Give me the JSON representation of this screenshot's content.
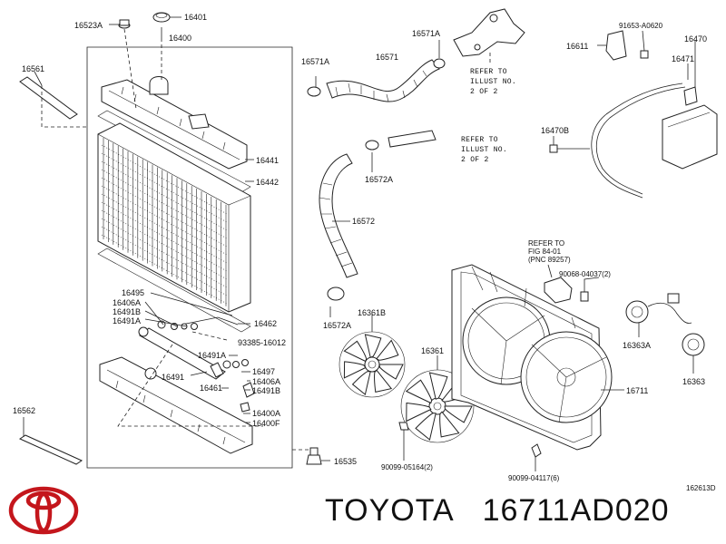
{
  "labels": {
    "p16523A": "16523A",
    "p16401": "16401",
    "p16400": "16400",
    "p16561": "16561",
    "p16441": "16441",
    "p16442": "16442",
    "p16495": "16495",
    "p16406A_l": "16406A",
    "p16491B_l": "16491B",
    "p16491A_l": "16491A",
    "p16462": "16462",
    "p93385": "93385-16012",
    "p16491A_r": "16491A",
    "p16491": "16491",
    "p16497": "16497",
    "p16406A_r": "16406A",
    "p16491B_r": "16491B",
    "p16461": "16461",
    "p16400A": "16400A",
    "p16400F": "16400F",
    "p16562": "16562",
    "p16535": "16535",
    "p16571A_l": "16571A",
    "p16571": "16571",
    "p16571A_r": "16571A",
    "p16572A_t": "16572A",
    "p16572": "16572",
    "p16572A_b": "16572A",
    "p16361B": "16361B",
    "p16361": "16361",
    "p90099_05164": "90099-05164(2)",
    "p91653": "91653-A0620",
    "p16611": "16611",
    "p16470": "16470",
    "p16471": "16471",
    "p16470B": "16470B",
    "p90068": "90068-04037(2)",
    "p16363A": "16363A",
    "p16363": "16363",
    "p16711": "16711",
    "p90099_04117": "90099-04117(6)",
    "diagram_id": "162613D"
  },
  "refers": {
    "r1": [
      "REFER TO",
      "ILLUST NO.",
      "2 OF 2"
    ],
    "r2": [
      "REFER TO",
      "ILLUST NO.",
      "2 OF 2"
    ],
    "r3": [
      "REFER TO",
      "FIG 84-01",
      "(PNC 89257)"
    ]
  },
  "footer": {
    "brand": "TOYOTA",
    "part_number": "16711AD020"
  },
  "colors": {
    "logo": "#c4161c",
    "ink": "#222222"
  }
}
